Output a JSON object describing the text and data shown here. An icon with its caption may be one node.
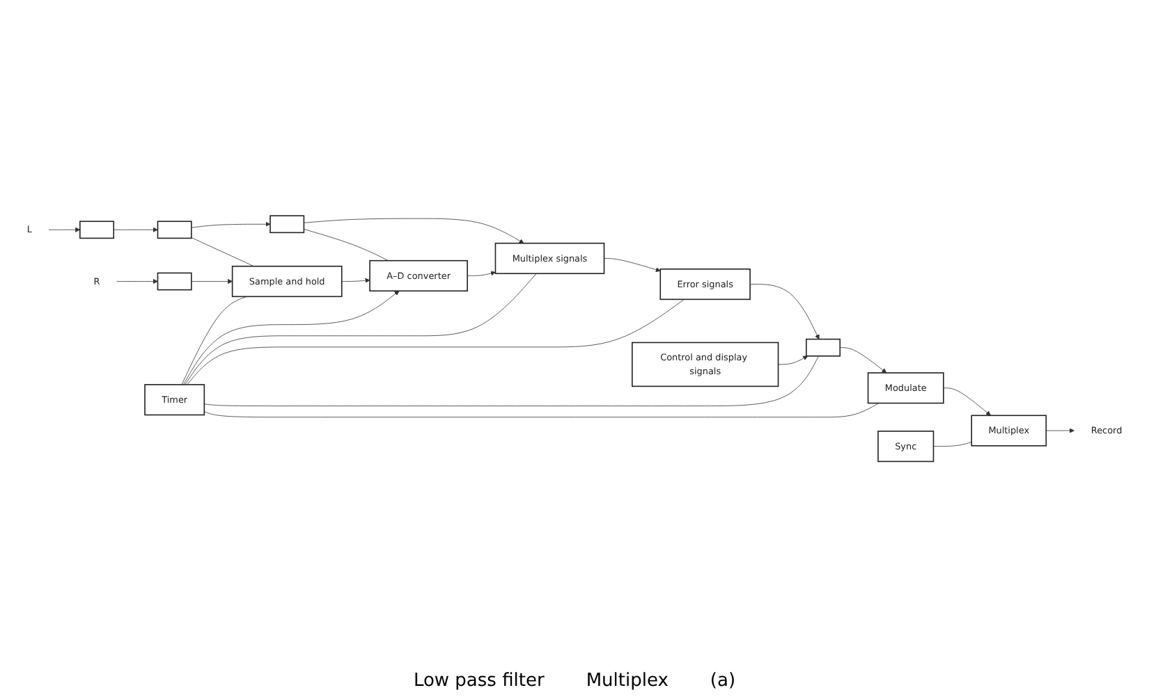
{
  "diagram": {
    "nodes": [
      {
        "text": [
          "L"
        ]
      },
      {
        "text": [],
        "shape": "box"
      },
      {
        "text": [],
        "shape": "box"
      },
      {
        "text": [],
        "shape": "box"
      },
      {
        "text": [
          "R"
        ]
      },
      {
        "text": [],
        "shape": "box"
      },
      {
        "text": [
          "Sample and hold"
        ]
      },
      {
        "text": [
          "A–D converter"
        ]
      },
      {
        "text": [
          "Multiplex signals"
        ]
      },
      {
        "text": [
          "Error signals"
        ]
      },
      {
        "text": [],
        "shape": "box"
      },
      {
        "text": [
          "Control and display signals"
        ]
      },
      {
        "text": [
          "Modulate"
        ]
      },
      {
        "text": [
          "Sync"
        ]
      },
      {
        "text": [
          "Multiplex"
        ]
      },
      {
        "text": [
          "Record"
        ]
      },
      {
        "text": [
          "Timer"
        ]
      }
    ],
    "edges": [
      {
        "from": 0,
        "to": 1,
        "arrow": "to"
      },
      {
        "from": 1,
        "to": 2,
        "arrow": "to"
      },
      {
        "from": 2,
        "to": 3,
        "arrow": "to"
      },
      {
        "from": 3,
        "to": 8,
        "arrow": "to"
      },
      {
        "from": 4,
        "to": 5,
        "arrow": "to"
      },
      {
        "from": 5,
        "to": 6,
        "arrow": "to"
      },
      {
        "from": 6,
        "to": 7,
        "arrow": "to"
      },
      {
        "from": 7,
        "to": 8,
        "arrow": "to"
      },
      {
        "from": 2,
        "to": 6,
        "arrow": "none"
      },
      {
        "from": 3,
        "to": 7,
        "arrow": "none"
      },
      {
        "from": 8,
        "to": 9,
        "arrow": "to"
      },
      {
        "from": 9,
        "to": 10,
        "arrow": "to"
      },
      {
        "from": 11,
        "to": 10,
        "arrow": "to"
      },
      {
        "from": 10,
        "to": 12,
        "arrow": "to"
      },
      {
        "from": 12,
        "to": 14,
        "arrow": "to"
      },
      {
        "from": 13,
        "to": 14,
        "arrow": "none"
      },
      {
        "from": 14,
        "to": 15,
        "arrow": "to"
      },
      {
        "from": 16,
        "to": 6,
        "arrow": "none"
      },
      {
        "from": 16,
        "to": 7,
        "arrow": "to"
      },
      {
        "from": 16,
        "to": 8,
        "arrow": "none"
      },
      {
        "from": 16,
        "to": 9,
        "arrow": "none"
      },
      {
        "from": 16,
        "to": 10,
        "arrow": "none"
      },
      {
        "from": 16,
        "to": 12,
        "arrow": "none"
      }
    ],
    "labels": [
      "Low pass filter",
      "Multiplex",
      "(a)"
    ]
  }
}
